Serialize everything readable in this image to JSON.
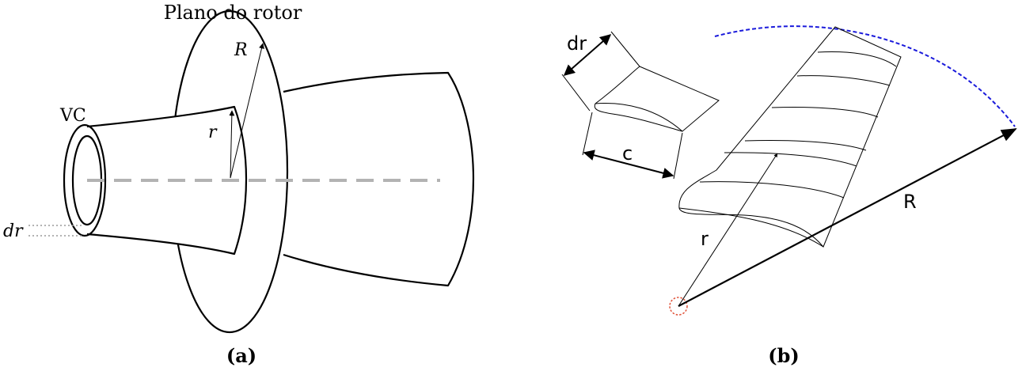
{
  "panel_a": {
    "title": "Plano do rotor",
    "label_R": "R",
    "label_r": "r",
    "label_vc": "VC",
    "label_dr": "dr",
    "caption": "(a)"
  },
  "panel_b": {
    "label_dr": "dr",
    "label_c": "c",
    "label_r": "r",
    "label_R": "R",
    "caption": "(b)"
  },
  "colors": {
    "axis_dash": "#b3b3b3",
    "tip_arc": "#1a1adb",
    "hub_circle": "#e0533a"
  }
}
